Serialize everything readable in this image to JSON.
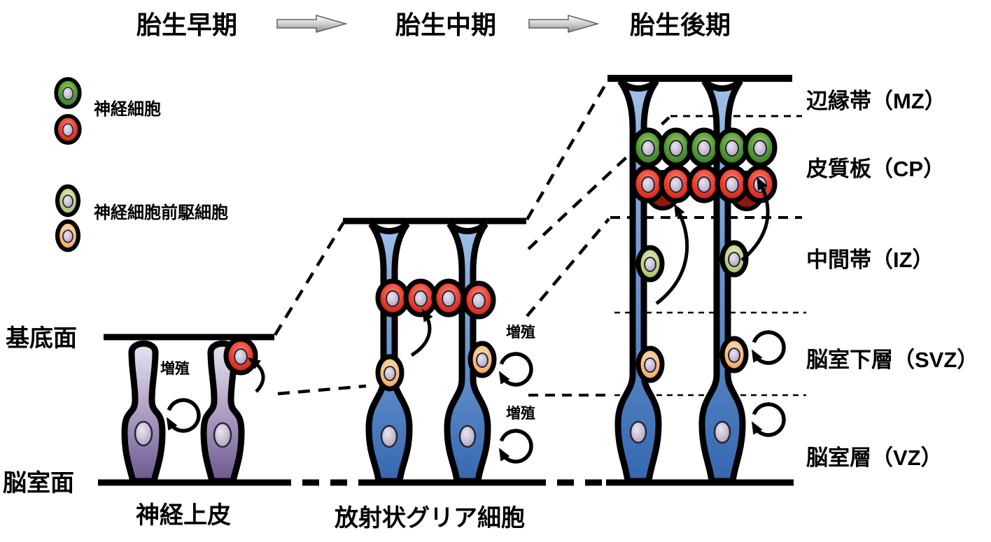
{
  "diagram": {
    "title_stages": [
      {
        "label": "胎生早期"
      },
      {
        "label": "胎生中期"
      },
      {
        "label": "胎生後期"
      }
    ],
    "legend": {
      "neuron_label": "神経細胞",
      "progenitor_label": "神経細胞前駆細胞"
    },
    "surface_labels": {
      "basal": "基底面",
      "ventricular": "脳室面"
    },
    "layer_labels": [
      "辺縁帯（MZ）",
      "皮質板（CP）",
      "中間帯（IZ）",
      "脳室下層（SVZ）",
      "脳室層（VZ）"
    ],
    "cell_labels": {
      "neuroepithelium": "神経上皮",
      "radial_glia": "放射状グリア細胞"
    },
    "proliferation_label": "増殖",
    "colors": {
      "neuron_green": "#4f9632",
      "neuron_red": "#ea3a28",
      "progenitor_green": "#b8cf78",
      "progenitor_orange": "#f4b874",
      "radial_glia_blue": "#6490cc",
      "neuroepithelial_purple": "#b4a5c9",
      "nucleus_gray": "#b6adc6",
      "outline_black": "#000000",
      "stage_arrow_gray": "#d0d0d0"
    }
  }
}
